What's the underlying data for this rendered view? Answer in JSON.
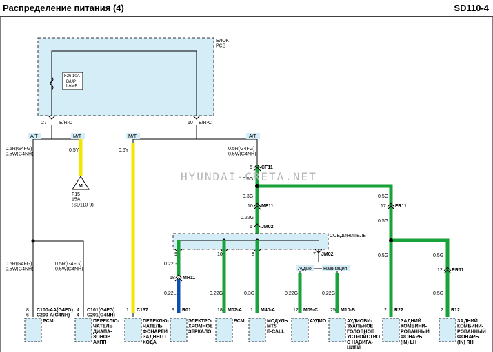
{
  "header": {
    "title": "Распределение питания (4)",
    "code": "SD110-4"
  },
  "watermark": "HYUNDAI-CRETA.NET",
  "colors": {
    "yellow": "#f2e600",
    "green": "#17a23a",
    "blue": "#0b4fb0",
    "box": "#d4edf7",
    "black": "#000000"
  },
  "pcb": {
    "label": "БЛОК\nPCB",
    "fuse_id": "F26 10A",
    "fuse_name": "B/UP\nLAMP",
    "pin_left_num": "27",
    "pin_left": "E/R-D",
    "pin_right_num": "10",
    "pin_right": "E/R-C"
  },
  "tags": {
    "at1": "A/T",
    "mt1": "M/T",
    "mt2": "M/T",
    "at2": "A/T",
    "audio": "Аудио",
    "nav": "Навигация"
  },
  "wires": {
    "w_at1": "0.5R(G4FG)\n0.5W(G4NH)",
    "w_mt1": "0.5Y",
    "w_mt2": "0.5Y",
    "w_at2": "0.5R(G4FG)\n0.5W(G4NH)",
    "w_pcm": "0.5R(G4FG)\n0.5W(G4NH)",
    "w_shift": "0.5R(G4FG)\n0.5W(G4NH)",
    "w_b1": "0.5G",
    "w_b2": "0.3G",
    "w_b3": "0.22G",
    "w_fr": "0.5G",
    "w_fr2": "0.5G",
    "w_r22": "0.5G",
    "w_rr1": "0.5G",
    "w_rr2": "0.5G",
    "w_mr1": "0.22G",
    "w_mr2": "0.22L",
    "w_m02": "0.22G",
    "w_m40": "0.3G",
    "w_m09": "0.22G",
    "w_m10": "0.22G"
  },
  "connectors": {
    "cf11": {
      "pin": "6",
      "name": "CF11"
    },
    "mf11": {
      "pin": "10",
      "name": "MF11"
    },
    "jm02": {
      "pin": "6",
      "name": "JM02"
    },
    "fr11": {
      "pin": "17",
      "name": "FR11"
    },
    "rr11": {
      "pin": "12",
      "name": "RR11"
    },
    "mr11": {
      "pin": "18",
      "name": "MR11"
    }
  },
  "fuse_ground": {
    "text": "F15\n15A\n(SD110-9)",
    "symbol": "M"
  },
  "jointbox": {
    "label": "СОЕДИНИТЕЛЬ",
    "pin1": "9",
    "pin2": "10",
    "pin3": "8",
    "pin4": "7",
    "name": "JM02"
  },
  "components": [
    {
      "pins": "8\n6",
      "conn": "C100-AA(G4FG)\nC200-A(G4NH)",
      "name": "PCM"
    },
    {
      "pins": "4\n4",
      "conn": "C101(G4FG)\nC201(G4NH)",
      "name": "ПЕРЕКЛЮ-\nЧАТЕЛЬ\nДИАПА-\nЗОНОВ\nАКПП"
    },
    {
      "pins": "1",
      "conn": "C137",
      "name": "ПЕРЕКЛЮ-\nЧАТЕЛЬ\nФОНАРЕЙ\nЗАДНЕГО\nХОДА"
    },
    {
      "pins": "9",
      "conn": "R01",
      "name": "ЭЛЕКТРО-\nХРОМНОЕ\nЗЕРКАЛО"
    },
    {
      "pins": "18",
      "conn": "M02-A",
      "name": "ВСМ"
    },
    {
      "pins": "1",
      "conn": "M40-A",
      "name": "МОДУЛЬ\nMTS\nE-CALL"
    },
    {
      "pins": "12",
      "conn": "M09-C",
      "name": "АУДИО"
    },
    {
      "pins": "25",
      "conn": "M10-B",
      "name": "АУДИОВИ-\nЗУАЛЬНОЕ\nГОЛОВНОЕ\nУСТРОЙСТВО\nС НАВИГА-\nЦИЕЙ"
    },
    {
      "pins": "2",
      "conn": "R22",
      "name": "ЗАДНИЙ\nКОМБИНИ-\nРОВАННЫЙ\nФОНАРЬ\n(IN) LH"
    },
    {
      "pins": "2",
      "conn": "R12",
      "name": "ЗАДНИЙ\nКОМБИНИ-\nРОВАННЫЙ\nФОНАРЬ\n(IN) RH"
    }
  ]
}
